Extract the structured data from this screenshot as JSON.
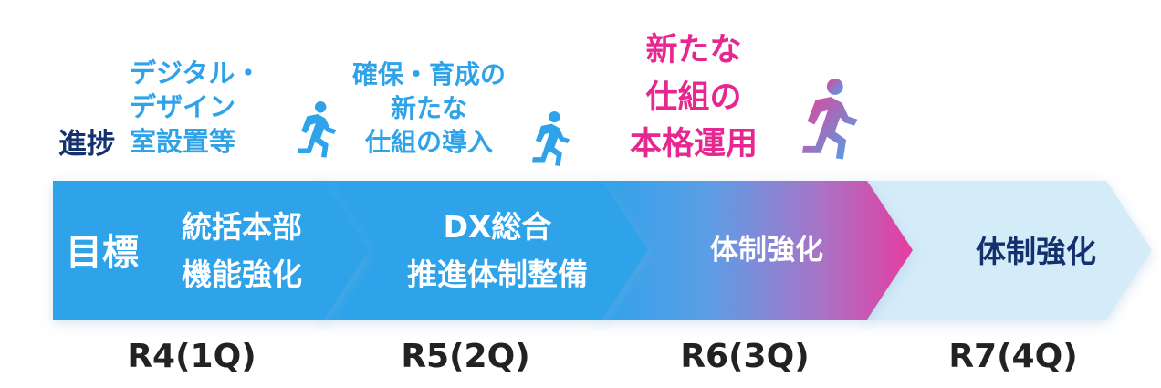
{
  "progress": {
    "label": "進捗",
    "stage1": [
      "デジタル・",
      "デザイン",
      "室設置等"
    ],
    "stage2": [
      "確保・育成の",
      "新たな",
      "仕組の導入"
    ],
    "stage3": [
      "新たな",
      "仕組の",
      "本格運用"
    ]
  },
  "goals": {
    "label": "目標",
    "stage1": [
      "統括本部",
      "機能強化"
    ],
    "stage2": [
      "DX総合",
      "推進体制整備"
    ],
    "stage3": "体制強化",
    "stage4": "体制強化"
  },
  "periods": [
    "R4(1Q)",
    "R5(2Q)",
    "R6(3Q)",
    "R7(4Q)"
  ],
  "colors": {
    "arrow_blue": "#2ea3ea",
    "arrow_pink": "#e63da0",
    "arrow_light": "#d4ebf8",
    "progress_text_blue": "#2ea3ea",
    "progress_text_pink": "#e6278f",
    "label_navy": "#13306f",
    "period_text": "#222222",
    "runner_blue": "#2ea3ea",
    "runner_gradient_start": "#49a6ea",
    "runner_gradient_end": "#e2449a"
  },
  "icons": [
    "runner-icon",
    "runner-icon",
    "runner-gradient-icon"
  ]
}
